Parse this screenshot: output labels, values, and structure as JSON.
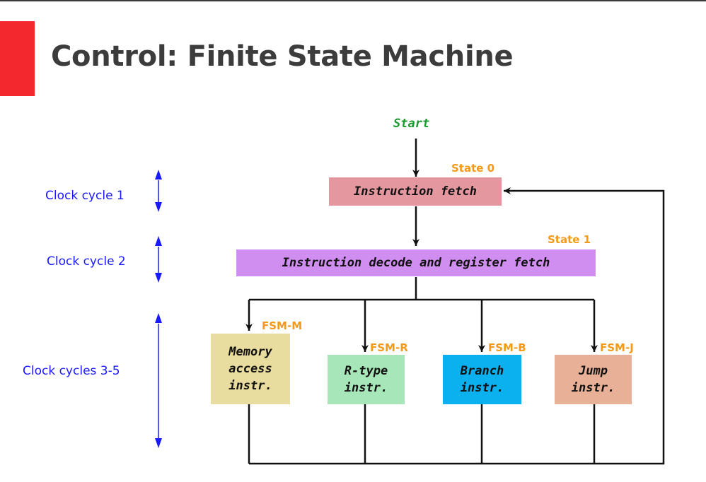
{
  "slide": {
    "title": "Control: Finite State Machine",
    "accent_color": "#f2282d",
    "title_color": "#3c3c3c"
  },
  "diagram": {
    "start_label": "Start",
    "start_color": "#1a9b2e",
    "label_color_clock": "#1a1aff",
    "label_color_state": "#f39a1a",
    "clock_labels": [
      "Clock cycle 1",
      "Clock cycle 2",
      "Clock cycles 3-5"
    ],
    "states": [
      {
        "tag": "State 0",
        "label": "Instruction fetch",
        "color": "#e5979f"
      },
      {
        "tag": "State 1",
        "label": "Instruction decode and register fetch",
        "color": "#d08ef0"
      }
    ],
    "fsm_boxes": [
      {
        "tag": "FSM-M",
        "label": "Memory\naccess\ninstr.",
        "color": "#e8dc9e"
      },
      {
        "tag": "FSM-R",
        "label": "R-type\ninstr.",
        "color": "#a6e6b8"
      },
      {
        "tag": "FSM-B",
        "label": "Branch\ninstr.",
        "color": "#0bb0ee"
      },
      {
        "tag": "FSM-J",
        "label": "Jump\ninstr.",
        "color": "#e8b096"
      }
    ]
  }
}
